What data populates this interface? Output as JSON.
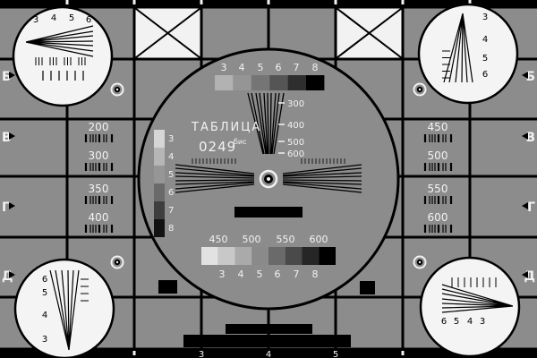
{
  "palette": {
    "background": "#8c8c8c",
    "black": "#000000",
    "white": "#f2f2f2"
  },
  "title": {
    "name": "ТАБЛИЦА",
    "number": "0249",
    "suffix": "бис"
  },
  "rows": {
    "left": [
      "Б",
      "В",
      "Г",
      "Д"
    ],
    "right": [
      "Б",
      "В",
      "Г",
      "Д"
    ]
  },
  "freq_left": [
    "200",
    "300",
    "350",
    "400"
  ],
  "freq_right": [
    "450",
    "500",
    "550",
    "600"
  ],
  "center": {
    "gray_scale_top": [
      "3",
      "4",
      "5",
      "6",
      "7",
      "8"
    ],
    "gray_scale_left": [
      "3",
      "4",
      "5",
      "6",
      "7",
      "8"
    ],
    "gray_scale_bottom": [
      "3",
      "4",
      "5",
      "6",
      "7",
      "8"
    ],
    "wedge_marks": [
      "300",
      "400",
      "500",
      "600"
    ],
    "burst_labels": [
      "450",
      "500",
      "550",
      "600"
    ]
  },
  "corners": {
    "top_left": [
      "3",
      "4",
      "5",
      "6"
    ],
    "top_right": [
      "3",
      "4",
      "5",
      "6"
    ],
    "bottom_left": [
      "6",
      "5",
      "4",
      "3"
    ],
    "bottom_right": [
      "6",
      "5",
      "4",
      "3"
    ]
  },
  "edge_digits_bottom": [
    "3",
    "4",
    "5"
  ],
  "grayscale_top": [
    "#b2b2b2",
    "#959595",
    "#757575",
    "#555555",
    "#2e2e2e",
    "#000000"
  ],
  "grayscale_left": [
    "#d6d6d6",
    "#b6b6b6",
    "#969696",
    "#6a6a6a",
    "#3e3e3e",
    "#121212"
  ],
  "burst_strip": [
    "#e2e2e2",
    "#c8c8c8",
    "#aaaaaa",
    "#8a8a8a",
    "#6a6a6a",
    "#4a4a4a",
    "#262626",
    "#000000"
  ]
}
